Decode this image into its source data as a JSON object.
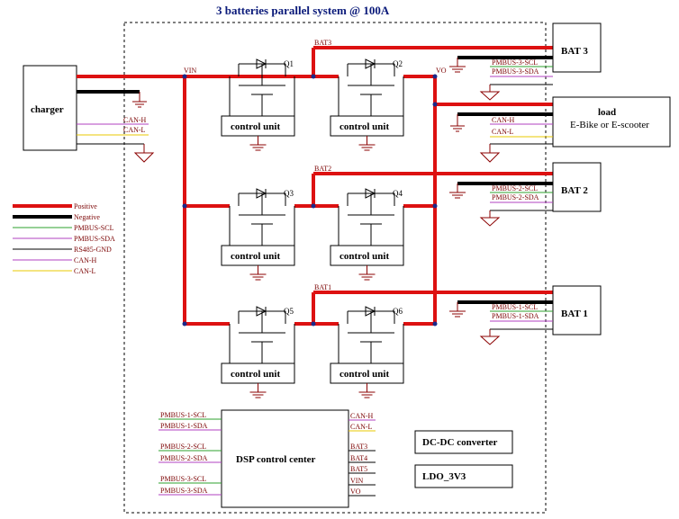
{
  "title": "3 batteries parallel system @ 100A",
  "nets": {
    "vin": "VIN",
    "vo": "VO",
    "bat3": "BAT3",
    "bat2": "BAT2",
    "bat1": "BAT1"
  },
  "charger": {
    "label": "charger",
    "can_h": "CAN-H",
    "can_l": "CAN-L"
  },
  "load": {
    "label": "load",
    "sublabel": "E-Bike or E-scooter",
    "can_h": "CAN-H",
    "can_l": "CAN-L"
  },
  "batteries": [
    {
      "label": "BAT 3",
      "scl": "PMBUS-3-SCL",
      "sda": "PMBUS-3-SDA"
    },
    {
      "label": "BAT 2",
      "scl": "PMBUS-2-SCL",
      "sda": "PMBUS-2-SDA"
    },
    {
      "label": "BAT 1",
      "scl": "PMBUS-1-SCL",
      "sda": "PMBUS-1-SDA"
    }
  ],
  "switches": [
    "Q1",
    "Q2",
    "Q3",
    "Q4",
    "Q5",
    "Q6"
  ],
  "control_unit": "control unit",
  "legend": [
    {
      "label": "Positive",
      "color": "#dd1111"
    },
    {
      "label": "Negative",
      "color": "#000000"
    },
    {
      "label": "PMBUS-SCL",
      "color": "#2ca02c"
    },
    {
      "label": "PMBUS-SDA",
      "color": "#b040c0"
    },
    {
      "label": "RS485-GND",
      "color": "#000000"
    },
    {
      "label": "CAN-H",
      "color": "#b040c0"
    },
    {
      "label": "CAN-L",
      "color": "#e8c800"
    }
  ],
  "dsp": {
    "label": "DSP control center",
    "left_pins": [
      "PMBUS-1-SCL",
      "PMBUS-1-SDA",
      "PMBUS-2-SCL",
      "PMBUS-2-SDA",
      "PMBUS-3-SCL",
      "PMBUS-3-SDA"
    ],
    "right_pins": [
      "CAN-H",
      "CAN-L",
      "BAT3",
      "BAT4",
      "BAT5",
      "VIN",
      "VO"
    ]
  },
  "dcdc": "DC-DC converter",
  "ldo": "LDO_3V3"
}
